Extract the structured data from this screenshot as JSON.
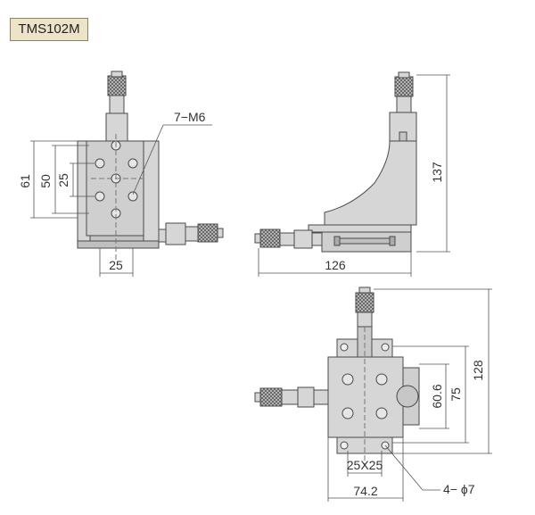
{
  "model_label": "TMS102M",
  "callouts": {
    "tapped_holes": "7−M6",
    "mounting_holes": "4− ϕ7"
  },
  "front_view": {
    "height_overall": "61",
    "height_inner": "50",
    "hole_spacing": "25",
    "hole_spacing_bottom": "25"
  },
  "side_view": {
    "length": "126",
    "height": "137"
  },
  "top_view": {
    "depth_overall": "128",
    "depth_mid": "75",
    "depth_inner": "60.6",
    "hole_pattern": "25X25",
    "width": "74.2"
  },
  "colors": {
    "body": "#d6d6d6",
    "body_dark": "#b9b9b9",
    "line": "#4a4a4a",
    "tag_bg": "#ede3c8"
  }
}
